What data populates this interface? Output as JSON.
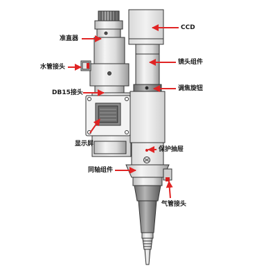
{
  "labels": {
    "ccd": "CCD",
    "collimator": "准直器",
    "water_pipe_connector": "水管接头",
    "lens_assembly": "镜头组件",
    "db15_connector": "DB15接头",
    "focus_knob": "调焦旋钮",
    "display_screen": "显示屏",
    "protective_drawer": "保护抽屉",
    "coaxial_assembly": "同轴组件",
    "gas_pipe_connector": "气管接头"
  },
  "colors": {
    "arrow": "#e02424",
    "body_light": "#e6e6e6",
    "body_mid": "#c8c8c8",
    "body_dark": "#8c8c8c",
    "outline": "#333333",
    "accent_red": "#d62020"
  }
}
